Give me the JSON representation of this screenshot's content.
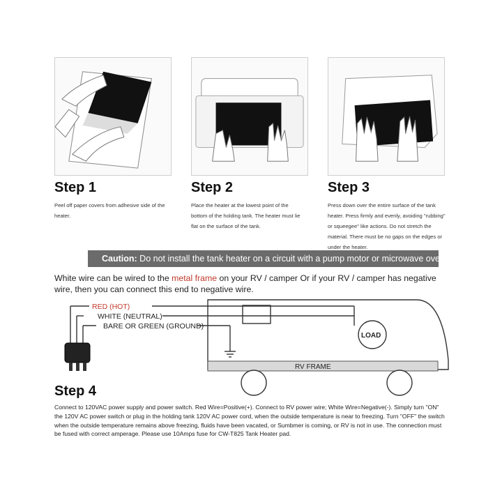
{
  "steps": [
    {
      "title": "Step 1",
      "description": "Peel off paper covers from adhesive side of the heater.",
      "illustration": "peel-paper-illustration"
    },
    {
      "title": "Step 2",
      "description": "Place the heater at the lowest point of the bottom of the holding tank. The heater must lie flat on the surface of the tank.",
      "illustration": "place-heater-illustration"
    },
    {
      "title": "Step 3",
      "description": "Press down over the entire surface of the tank heater. Press firmly and evenly, avoiding \"rubbing\" or squeegee\" like actions. Do not stretch the material. There must be no gaps on the edges or under the heater.",
      "illustration": "press-heater-illustration"
    }
  ],
  "caution": {
    "label": "Caution:",
    "text": "Do not install the tank heater on a circuit with a pump motor or microwave oven."
  },
  "wire_note": {
    "part1": "White wire can be wired to the ",
    "highlight": "metal frame",
    "part2": " on your RV / camper Or if your RV / camper has negative wire, then you can connect this end to negative wire."
  },
  "diagram": {
    "wire_red": "RED (HOT)",
    "wire_white": "WHITE (NEUTRAL)",
    "wire_ground": "BARE OR GREEN (GROUND)",
    "load": "LOAD",
    "frame": "RV FRAME",
    "colors": {
      "red": "#c0392b",
      "line": "#333333"
    }
  },
  "step4": {
    "title": "Step 4",
    "description": "Connect to 120VAC power supply and power switch. Red Wire=Positive(+). Connect to RV power wire; White Wire=Negative(-). Simply turn \"ON\" the 120V AC power switch or plug in the holding tank 120V AC power cord, when the outside temperature is near to freezing. Turn \"OFF\" the switch when the outside temperature remains above freezing, fluids have been vacated, or Sumbmer is coming, or RV is not in use. The connection must be fused with correct amperage. Please use 10Amps fuse for CW-T825 Tank Heater pad."
  }
}
